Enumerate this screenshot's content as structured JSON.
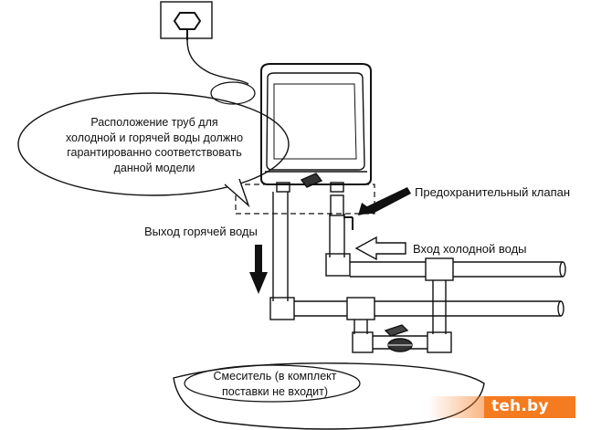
{
  "callout": {
    "lines": [
      "Расположение труб для",
      "холодной и горячей воды должно",
      "гарантированно соответствовать",
      "данной модели"
    ]
  },
  "labels": {
    "safety_valve": "Предохранительный клапан",
    "hot_water_outlet": "Выход горячей воды",
    "cold_water_inlet": "Вход холодной воды"
  },
  "mixer_note": {
    "lines": [
      "Смеситель (в комплект",
      "поставки не входит)"
    ]
  },
  "watermark": {
    "text": "teh.by",
    "color": "#f47b20"
  }
}
